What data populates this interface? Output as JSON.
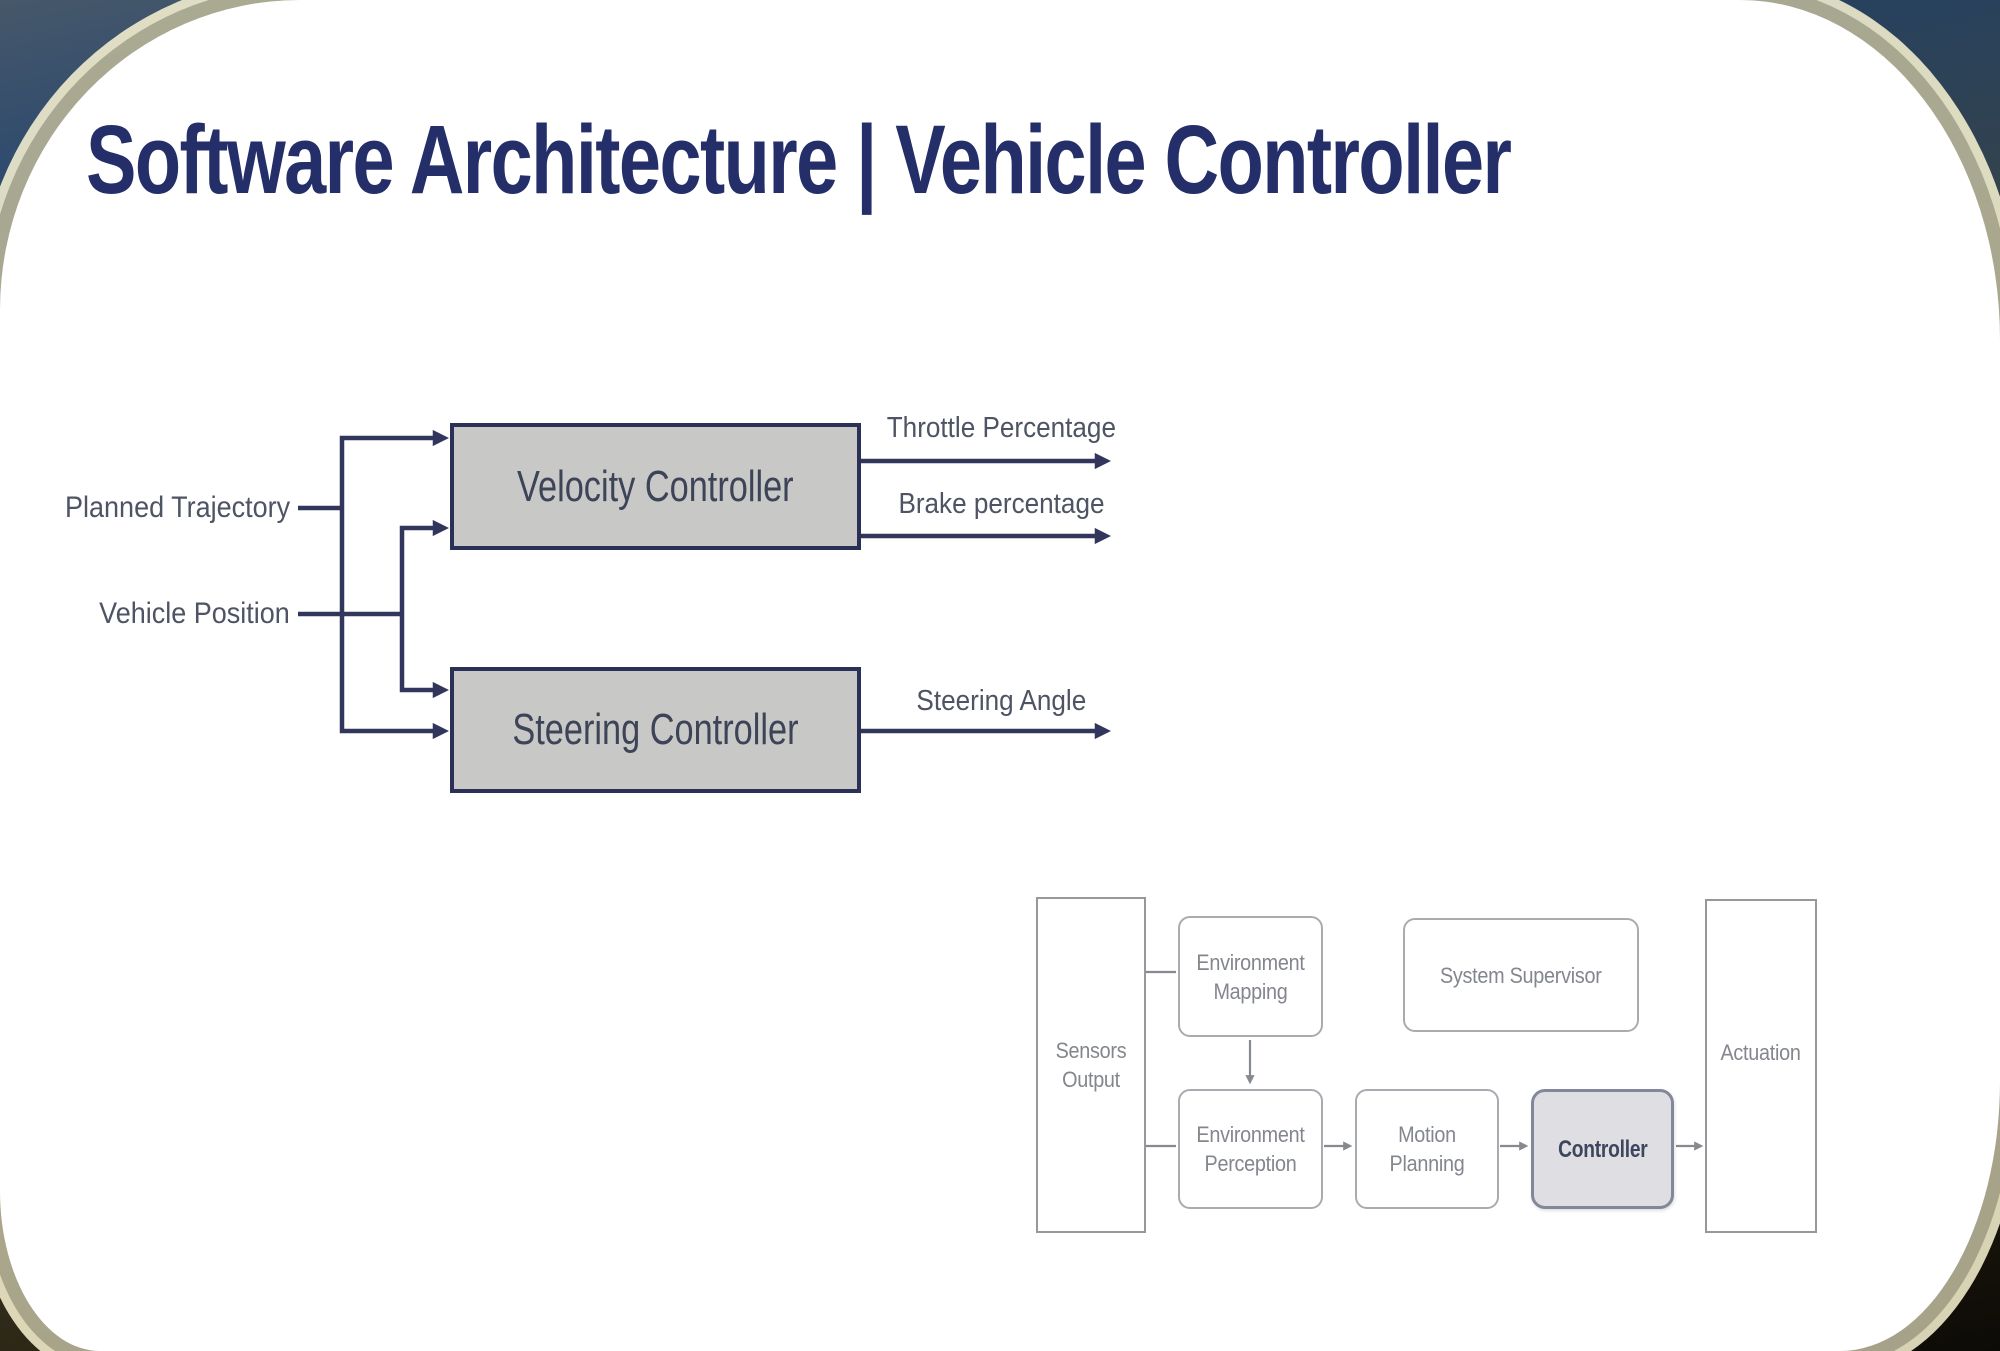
{
  "slide": {
    "title": "Software Architecture | Vehicle Controller"
  },
  "controller_diagram": {
    "inputs": [
      "Planned Trajectory",
      "Vehicle Position"
    ],
    "blocks": [
      "Velocity Controller",
      "Steering Controller"
    ],
    "outputs": [
      "Throttle Percentage",
      "Brake percentage",
      "Steering Angle"
    ]
  },
  "pipeline_diagram": {
    "sensors_output": "Sensors Output",
    "environment_mapping": "Environment Mapping",
    "system_supervisor": "System Supervisor",
    "environment_perception": "Environment Perception",
    "motion_planning": "Motion Planning",
    "controller": "Controller",
    "actuation": "Actuation"
  },
  "colors": {
    "title_text": "#242e68",
    "diagram_line": "#32365c",
    "block_fill": "#c8c8c7",
    "block_border": "#2b3156",
    "block_text": "#3d4458",
    "label_text": "#4e5463",
    "pipeline_line": "#868a90",
    "pipeline_text": "#83878d",
    "pipeline_highlight_fill": "#dfdfe3",
    "pipeline_highlight_text": "#3e465e",
    "slide_background": "#ffffff",
    "frame_rim": "#fcf6d4"
  }
}
